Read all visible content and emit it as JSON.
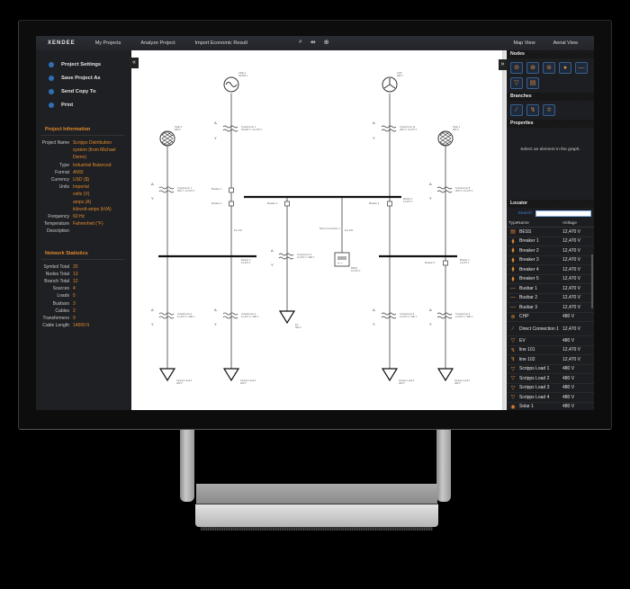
{
  "app": {
    "logo": "XENDEE",
    "nav": [
      "My Projects",
      "Analyze Project",
      "Import Economic Result"
    ],
    "toolbar_icons": [
      "zoom-out-icon",
      "fit-screen-icon",
      "zoom-in-icon"
    ],
    "view_links": [
      "Map View",
      "Aerial View"
    ]
  },
  "sidebar": {
    "menu": [
      {
        "label": "Project Settings",
        "icon": "gear-icon"
      },
      {
        "label": "Save Project As",
        "icon": "save-icon"
      },
      {
        "label": "Send Copy To",
        "icon": "send-icon"
      },
      {
        "label": "Print",
        "icon": "print-icon"
      }
    ],
    "collapse": "«",
    "project_info": {
      "title": "Project Information",
      "rows": [
        {
          "k": "Project Name",
          "v": "Scripps Distribution system (from Michael Demo)"
        },
        {
          "k": "Type",
          "v": "Industrial Balanced"
        },
        {
          "k": "Format",
          "v": "ANSI"
        },
        {
          "k": "Currency",
          "v": "USD ($)"
        },
        {
          "k": "Units",
          "v": "Imperial"
        },
        {
          "k": "",
          "v": "volts (V)"
        },
        {
          "k": "",
          "v": "amps (A)"
        },
        {
          "k": "",
          "v": "kilovolt-amps (kVA)"
        },
        {
          "k": "Frequency",
          "v": "60 Hz"
        },
        {
          "k": "Temperature",
          "v": "Fahrenheit (°F)"
        },
        {
          "k": "Description",
          "v": ""
        }
      ]
    },
    "network_stats": {
      "title": "Network Statistics",
      "rows": [
        {
          "k": "Symbol Total",
          "v": "25"
        },
        {
          "k": "Nodes Total",
          "v": "13"
        },
        {
          "k": "Branch Total",
          "v": "12"
        },
        {
          "k": "Sources",
          "v": "4"
        },
        {
          "k": "Loads",
          "v": "5"
        },
        {
          "k": "Busbars",
          "v": "3"
        },
        {
          "k": "Cables",
          "v": "2"
        },
        {
          "k": "Transformers",
          "v": "9"
        },
        {
          "k": "Cable Length",
          "v": "14000 ft"
        }
      ]
    }
  },
  "diagram": {
    "labels": {
      "utility": [
        "Utility 1",
        "69,000 V"
      ],
      "chp": [
        "CHP",
        "480 V"
      ],
      "solar2": [
        "Solar 2",
        "480 V"
      ],
      "solar1": [
        "Solar 1",
        "480 V"
      ],
      "t1": [
        "Transformer 1",
        "69,000 V / 12,470 V"
      ],
      "t11": [
        "Transformer 11",
        "480 V / 12,470 V"
      ],
      "t7": [
        "Transformer 7",
        "480 V / 12,470 V"
      ],
      "t8": [
        "Transformer 8",
        "480 V / 12,470 V"
      ],
      "t3": [
        "Transformer 3",
        "12,470 V / 480 V"
      ],
      "t4": [
        "Transformer 4",
        "12,470 V / 480 V"
      ],
      "t2": [
        "Transformer 2",
        "12,470 V / 480 V"
      ],
      "t5": [
        "Transformer 5",
        "12,470 V / 480 V"
      ],
      "t6": [
        "Transformer 6",
        "12,470 V / 480 V"
      ],
      "b1": "Breaker 1",
      "b2": "Breaker 2",
      "b3": "Breaker 3",
      "b4": "Breaker 4",
      "b5": "Breaker 5",
      "bus1": [
        "Busbar 1",
        "12,470 V"
      ],
      "bus2": [
        "Busbar 2",
        "12,470 V"
      ],
      "bus3": [
        "Busbar 3",
        "12,470 V"
      ],
      "line101": "line 101",
      "line102": "line 102",
      "dc1": "Direct Connection 1",
      "bess": [
        "BESS",
        "12,470 V"
      ],
      "ev": [
        "EV",
        "480 V"
      ],
      "load4": [
        "Scripps Load 4",
        "480 V"
      ],
      "load3": [
        "Scripps Load 3",
        "480 V"
      ],
      "load2": [
        "Scripps Load 2",
        "480 V"
      ],
      "load1": [
        "Scripps Load 1",
        "480 V"
      ]
    }
  },
  "rightpanel": {
    "expand": "»",
    "nodes_title": "Nodes",
    "nodes": [
      "solar-icon",
      "chp-icon",
      "generator-icon",
      "pv-icon",
      "busbar-icon",
      "load-icon",
      "bess-icon"
    ],
    "branches_title": "Branches",
    "branches": [
      "cable-icon",
      "line-icon",
      "transformer-icon"
    ],
    "properties_title": "Properties",
    "properties_text": "Select an element in the graph.",
    "locator_title": "Locator",
    "search_label": "Search:",
    "search_value": "",
    "columns": {
      "type": "Type",
      "name": "Name",
      "voltage": "Voltage"
    },
    "rows": [
      {
        "icon": "bess-icon",
        "glyph": "▤",
        "name": "BESS",
        "voltage": "12,470 V"
      },
      {
        "icon": "breaker-icon",
        "glyph": "⧫",
        "name": "Breaker 1",
        "voltage": "12,470 V"
      },
      {
        "icon": "breaker-icon",
        "glyph": "⧫",
        "name": "Breaker 2",
        "voltage": "12,470 V"
      },
      {
        "icon": "breaker-icon",
        "glyph": "⧫",
        "name": "Breaker 3",
        "voltage": "12,470 V"
      },
      {
        "icon": "breaker-icon",
        "glyph": "⧫",
        "name": "Breaker 4",
        "voltage": "12,470 V"
      },
      {
        "icon": "breaker-icon",
        "glyph": "⧫",
        "name": "Breaker 5",
        "voltage": "12,470 V"
      },
      {
        "icon": "busbar-icon",
        "glyph": "—",
        "name": "Busbar 1",
        "voltage": "12,470 V"
      },
      {
        "icon": "busbar-icon",
        "glyph": "—",
        "name": "Busbar 2",
        "voltage": "12,470 V"
      },
      {
        "icon": "busbar-icon",
        "glyph": "—",
        "name": "Busbar 3",
        "voltage": "12,470 V"
      },
      {
        "icon": "chp-icon",
        "glyph": "⊛",
        "name": "CHP",
        "voltage": "480 V"
      },
      {
        "icon": "cable-icon",
        "glyph": "∕",
        "name": "Direct Connection 1",
        "voltage": "12,470 V"
      },
      {
        "icon": "load-icon",
        "glyph": "▽",
        "name": "EV",
        "voltage": "480 V"
      },
      {
        "icon": "line-icon",
        "glyph": "↯",
        "name": "line 101",
        "voltage": "12,470 V"
      },
      {
        "icon": "line-icon",
        "glyph": "↯",
        "name": "line 102",
        "voltage": "12,470 V"
      },
      {
        "icon": "load-icon",
        "glyph": "▽",
        "name": "Scripps Load 1",
        "voltage": "480 V"
      },
      {
        "icon": "load-icon",
        "glyph": "▽",
        "name": "Scripps Load 2",
        "voltage": "480 V"
      },
      {
        "icon": "load-icon",
        "glyph": "▽",
        "name": "Scripps Load 3",
        "voltage": "480 V"
      },
      {
        "icon": "load-icon",
        "glyph": "▽",
        "name": "Scripps Load 4",
        "voltage": "480 V"
      },
      {
        "icon": "solar-icon",
        "glyph": "◉",
        "name": "Solar 1",
        "voltage": "480 V"
      }
    ]
  }
}
